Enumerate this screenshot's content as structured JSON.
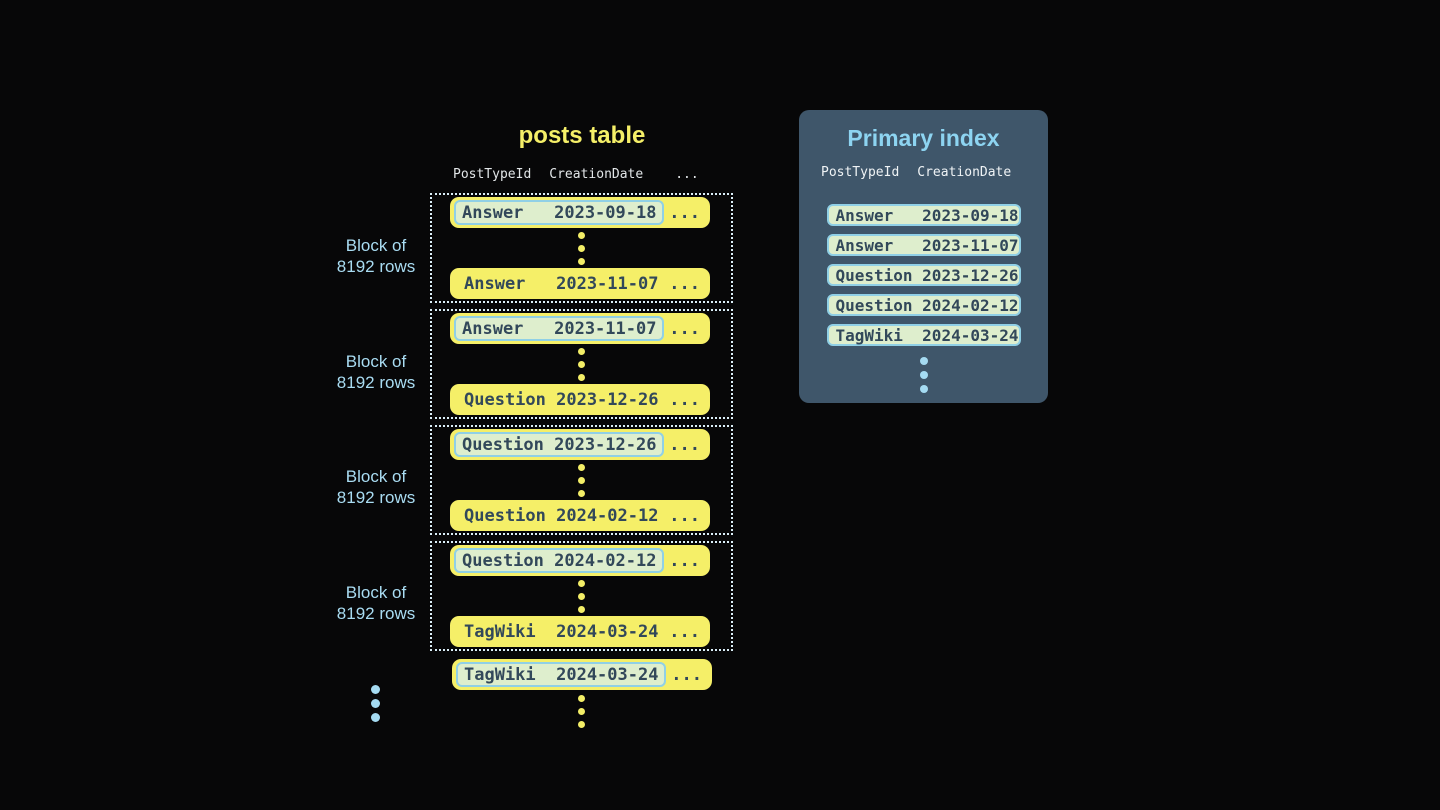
{
  "colors": {
    "background": "#070708",
    "posts-title": "#F5EF68",
    "row-yellow": "#F5EF68",
    "row-text": "#32485A",
    "highlight-bg": "#DEEECD",
    "highlight-border": "#90D0E6",
    "dotted-border": "#DAEEF7",
    "label-blue": "#A9DCF2",
    "header-text": "#E2E6E8",
    "panel-bg": "#3F566A",
    "panel-title": "#8DD4F1",
    "panel-header-text": "#EFF3F5",
    "dot-yellow": "#F3EE67",
    "dot-blue": "#A5DBF2"
  },
  "posts_table": {
    "title": "posts table",
    "headers": {
      "col1": "PostTypeId",
      "col2": "CreationDate",
      "ellipsis": "..."
    },
    "row_ellipsis": "...",
    "blocks": [
      {
        "label_line1": "Block of",
        "label_line2": "8192 rows",
        "first_row": {
          "type": "Answer",
          "date": "2023-09-18"
        },
        "last_row": {
          "type": "Answer",
          "date": "2023-11-07"
        }
      },
      {
        "label_line1": "Block of",
        "label_line2": "8192 rows",
        "first_row": {
          "type": "Answer",
          "date": "2023-11-07"
        },
        "last_row": {
          "type": "Question",
          "date": "2023-12-26"
        }
      },
      {
        "label_line1": "Block of",
        "label_line2": "8192 rows",
        "first_row": {
          "type": "Question",
          "date": "2023-12-26"
        },
        "last_row": {
          "type": "Question",
          "date": "2024-02-12"
        }
      },
      {
        "label_line1": "Block of",
        "label_line2": "8192 rows",
        "first_row": {
          "type": "Question",
          "date": "2024-02-12"
        },
        "last_row": {
          "type": "TagWiki",
          "date": "2024-03-24"
        }
      }
    ],
    "overflow_row": {
      "type": "TagWiki",
      "date": "2024-03-24"
    }
  },
  "primary_index": {
    "title": "Primary index",
    "headers": {
      "col1": "PostTypeId",
      "col2": "CreationDate"
    },
    "rows": [
      {
        "type": "Answer",
        "date": "2023-09-18"
      },
      {
        "type": "Answer",
        "date": "2023-11-07"
      },
      {
        "type": "Question",
        "date": "2023-12-26"
      },
      {
        "type": "Question",
        "date": "2024-02-12"
      },
      {
        "type": "TagWiki",
        "date": "2024-03-24"
      }
    ]
  }
}
